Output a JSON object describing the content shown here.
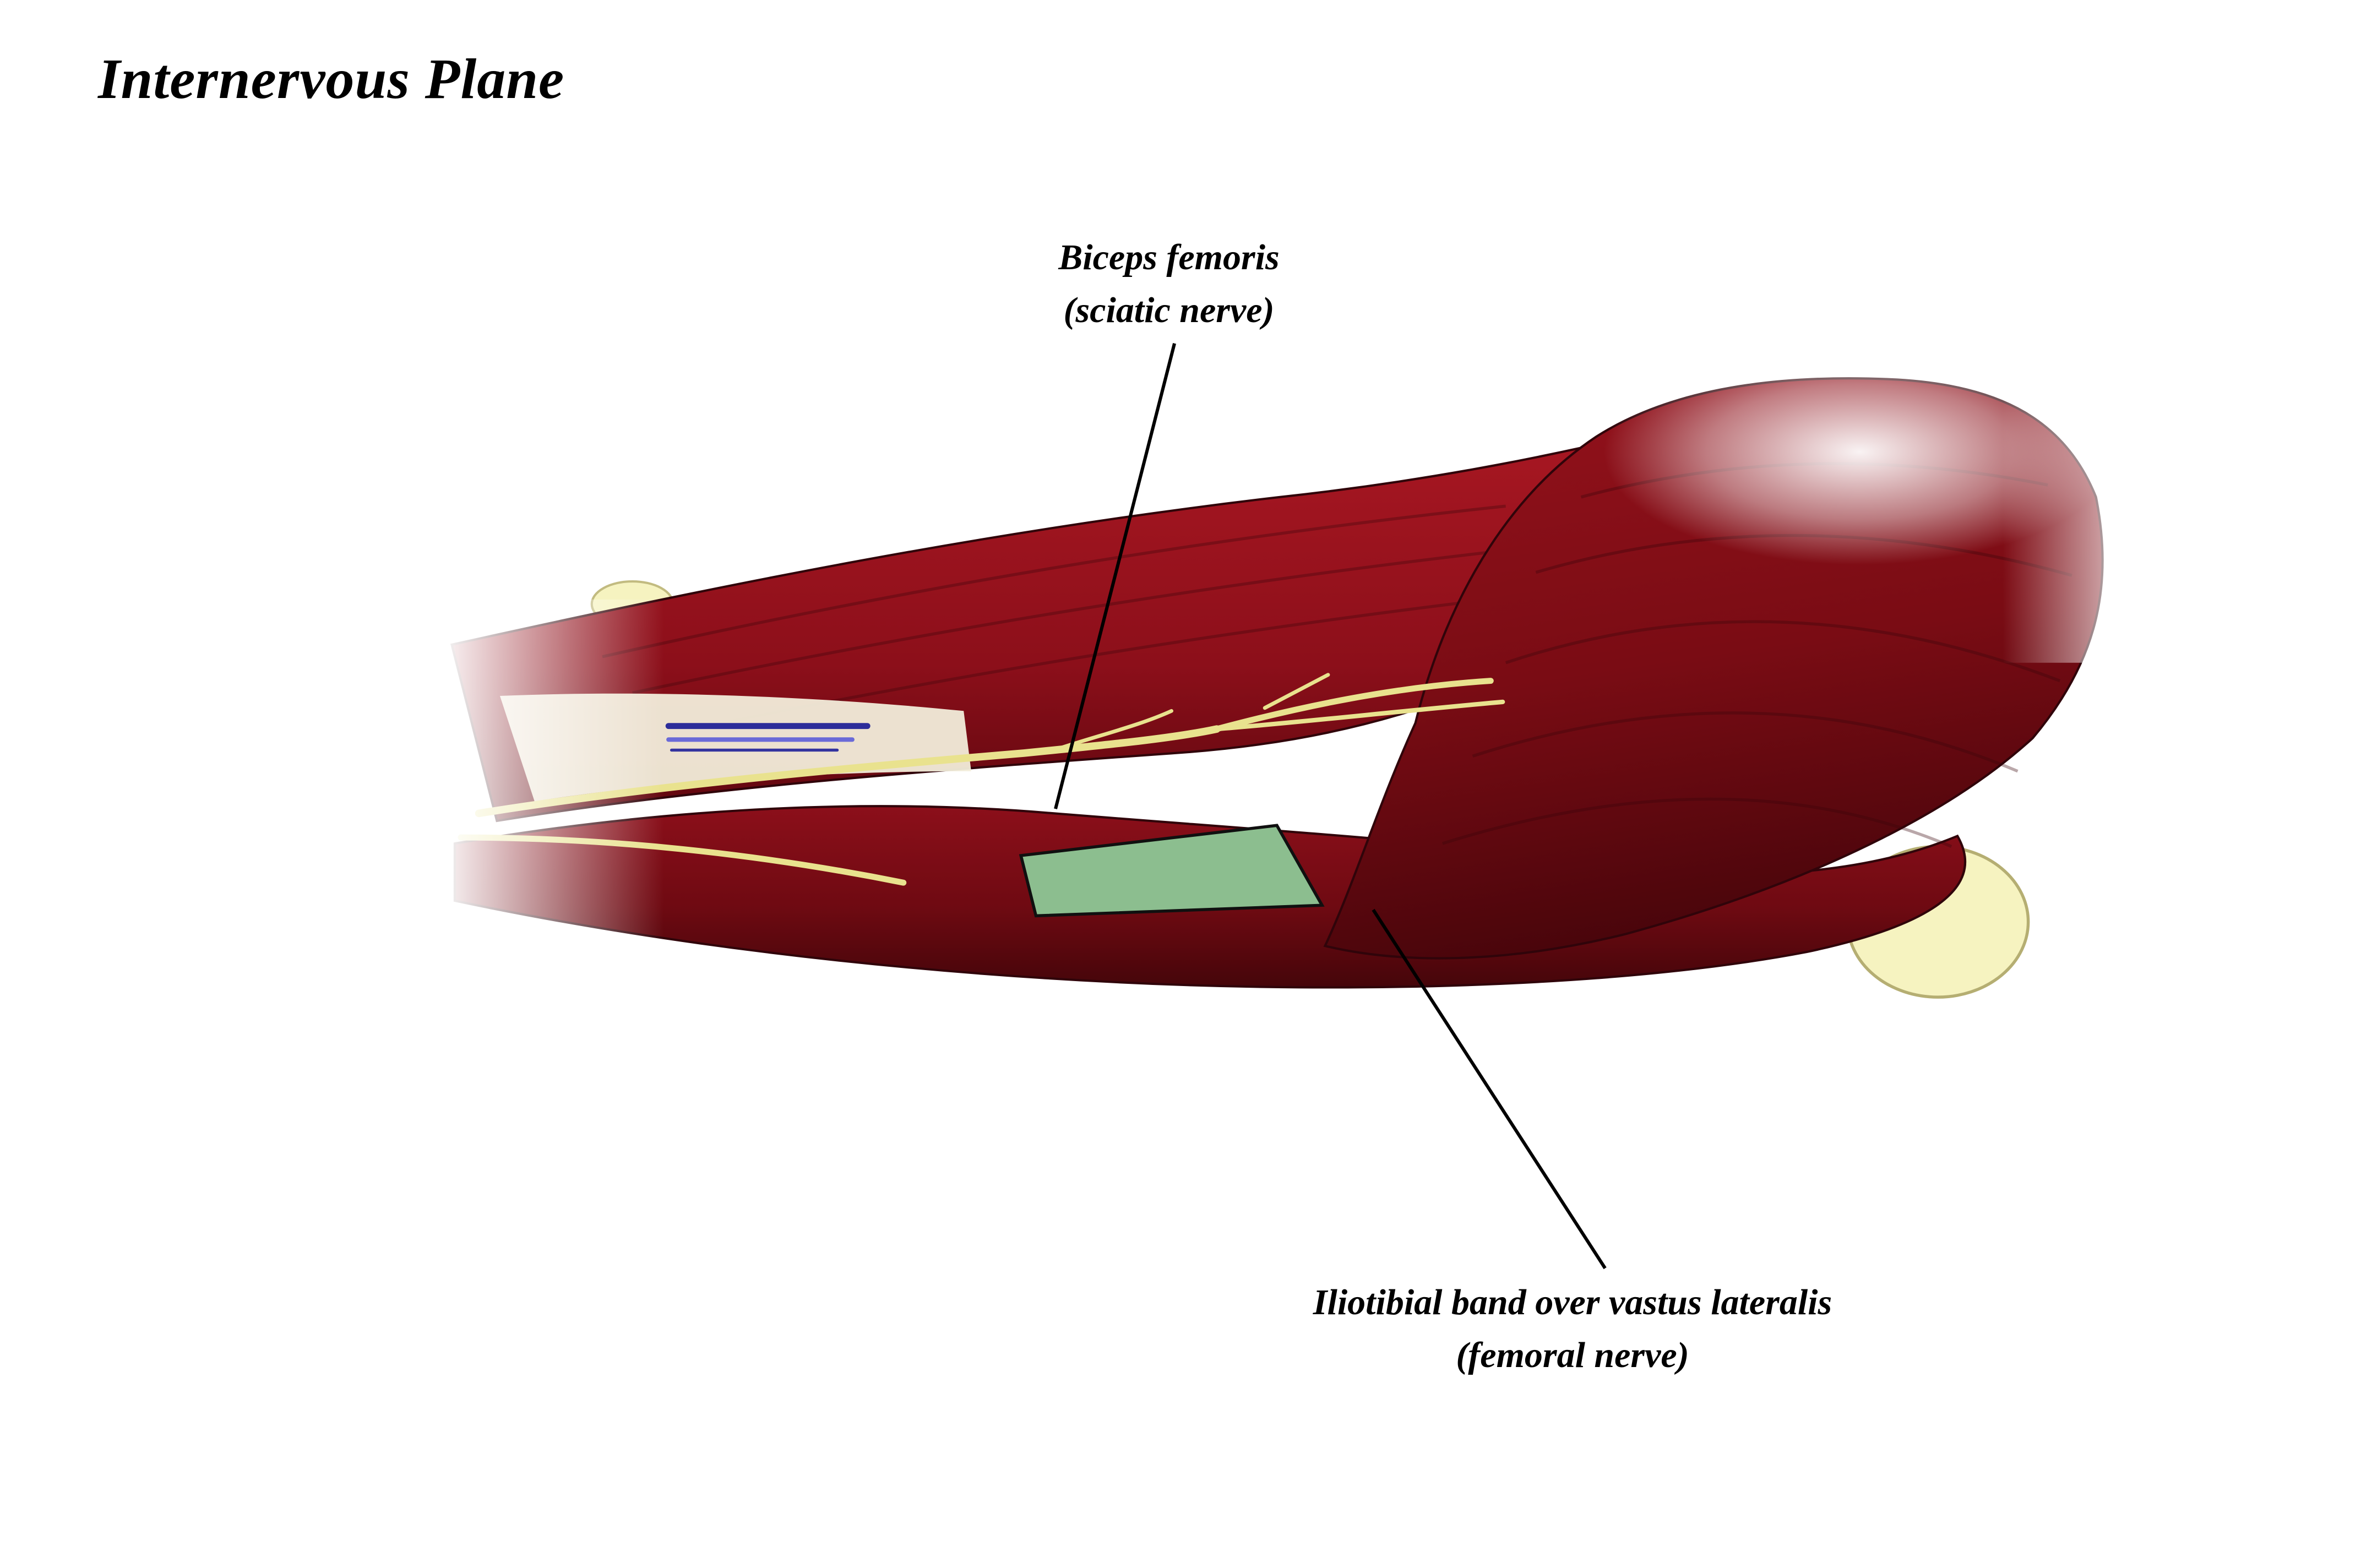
{
  "title": "Internervous Plane",
  "labels": {
    "biceps": {
      "line1": "Biceps femoris",
      "line2": "(sciatic nerve)"
    },
    "itb": {
      "line1": "Iliotibial band over vastus lateralis",
      "line2": "(femoral nerve)"
    }
  },
  "colors": {
    "background": "#ffffff",
    "text": "#000000",
    "muscle_mid": "#9c1520",
    "muscle_dark": "#6f0a12",
    "muscle_deep": "#4a050b",
    "nerve_yellow": "#e9e28e",
    "plane_green": "#8cbe8f",
    "bone_cream": "#f6f3c0",
    "vessel_blue": "#2c2c9a",
    "vessel_light_blue": "#6a6ad8",
    "leader_line": "#000000"
  }
}
